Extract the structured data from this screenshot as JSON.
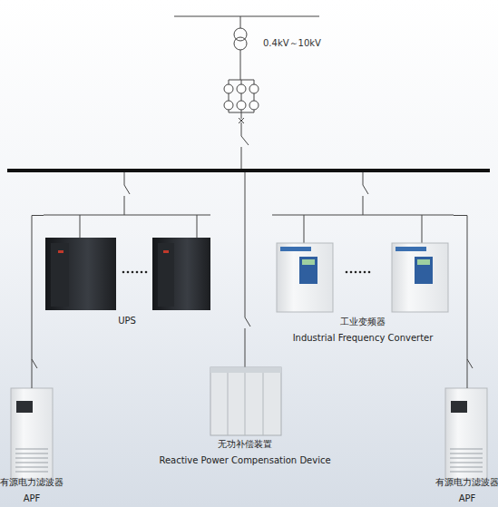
{
  "diagram": {
    "nodes": [
      {
        "text": [
          "UPS"
        ]
      },
      {
        "text": [
          "工业变频器",
          "Industrial Frequency Converter"
        ]
      },
      {
        "text": [
          "无功补偿装置",
          "Reactive Power Compensation Device"
        ]
      },
      {
        "text": [
          "有源电力滤波器",
          "APF"
        ]
      },
      {
        "text": [
          "有源电力滤波器",
          "APF"
        ]
      }
    ],
    "edges": [
      {
        "from": 0,
        "to": 3,
        "arrow": "none"
      },
      {
        "from": 1,
        "to": 4,
        "arrow": "none"
      }
    ],
    "labels": [
      "0.4kV～10kV"
    ]
  }
}
